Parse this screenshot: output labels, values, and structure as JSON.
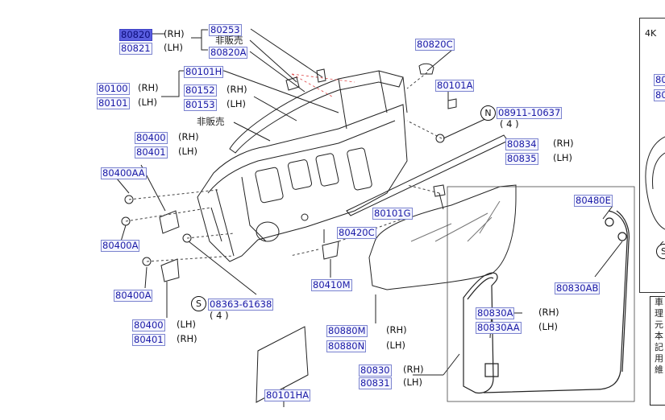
{
  "parts": {
    "p80820": "80820",
    "p80821": "80821",
    "p80253": "80253",
    "p80820A": "80820A",
    "p80101H": "80101H",
    "p80100": "80100",
    "p80101": "80101",
    "p80152": "80152",
    "p80153": "80153",
    "p80820C": "80820C",
    "p80101A": "80101A",
    "p08911": "08911-10637",
    "p80834": "80834",
    "p80835": "80835",
    "p80400": "80400",
    "p80401": "80401",
    "p80400AA": "80400AA",
    "p80400A": "80400A",
    "p80400A2": "80400A",
    "p80400b": "80400",
    "p80401b": "80401",
    "p08363": "08363-61638",
    "p80101G": "80101G",
    "p80420C": "80420C",
    "p80410M": "80410M",
    "p80480E": "80480E",
    "p80830AB": "80830AB",
    "p80830A": "80830A",
    "p80830AA": "80830AA",
    "p80880M": "80880M",
    "p80880N": "80880N",
    "p80830": "80830",
    "p80831": "80831",
    "p80101HA": "80101HA",
    "inset1": "80",
    "inset2": "80"
  },
  "sides": {
    "rh": "(RH)",
    "lh": "(LH)"
  },
  "jp": {
    "not_for_sale": "非販売"
  },
  "qty4": "( 4 )",
  "circle_n": "N",
  "circle_s": "S",
  "corner": "4K",
  "note_chars": [
    "車",
    "理",
    "元",
    "本",
    "記",
    "用",
    "維"
  ],
  "inset_letter": "S"
}
